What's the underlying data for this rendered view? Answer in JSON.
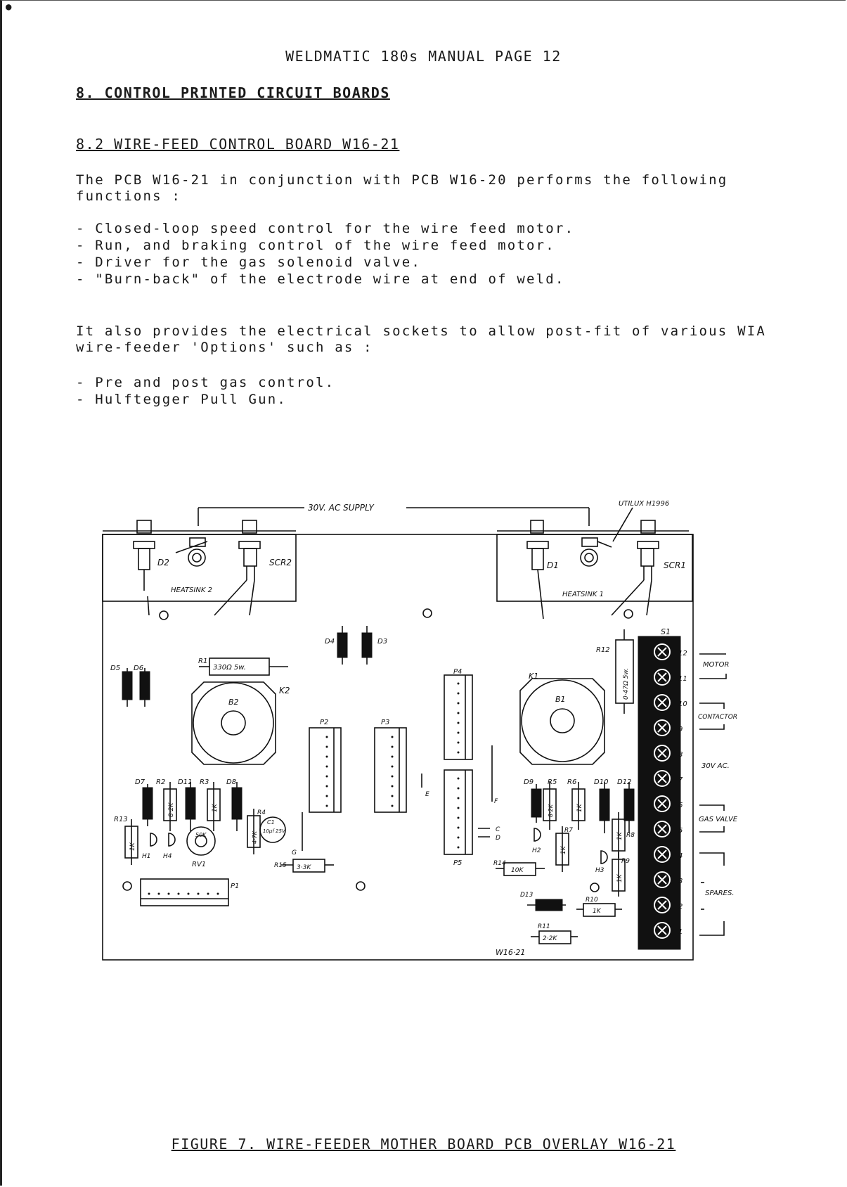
{
  "page": {
    "header": "WELDMATIC 180s  MANUAL   PAGE 12",
    "section_title": "8. CONTROL PRINTED CIRCUIT BOARDS",
    "subsection_title": "8.2 WIRE-FEED CONTROL BOARD W16-21",
    "intro": "The PCB W16-21 in conjunction with PCB W16-20 performs the following functions :",
    "functions": [
      "- Closed-loop speed control for the wire feed motor.",
      "- Run, and braking control of the wire feed motor.",
      "- Driver for the gas solenoid valve.",
      "- \"Burn-back\" of the electrode wire at end of weld."
    ],
    "options_intro": "It also provides the electrical sockets to allow post-fit of various WIA wire-feeder 'Options' such as :",
    "options": [
      "- Pre and post gas control.",
      "- Hulftegger Pull Gun."
    ],
    "figure_caption": "FIGURE 7. WIRE-FEEDER MOTHER BOARD PCB OVERLAY W16-21"
  },
  "diagram": {
    "supply_label": "30V. AC SUPPLY",
    "utilux_label": "UTILUX H1996",
    "heatsink2": "HEATSINK 2",
    "heatsink1": "HEATSINK 1",
    "d2": "D2",
    "scr2": "SCR2",
    "d1": "D1",
    "scr1": "SCR1",
    "d4": "D4",
    "d3": "D3",
    "d5": "D5",
    "d6": "D6",
    "r1": "R1",
    "r1_value": "330Ω 5w.",
    "b2": "B2",
    "k2": "K2",
    "b1": "B1",
    "k1": "K1",
    "p2": "P2",
    "p3": "P3",
    "p4": "P4",
    "p5": "P5",
    "p1": "P1",
    "r12": "R12",
    "r12_value": "0·47Ω 5w.",
    "s1": "S1",
    "terminal_numbers": [
      "12",
      "11",
      "10",
      "9",
      "8",
      "7",
      "6",
      "5",
      "4",
      "3",
      "2",
      "1"
    ],
    "motor": "MOTOR",
    "contactor": "CONTACTOR",
    "ac30": "30V AC.",
    "gas_valve": "GAS VALVE",
    "spares": "SPARES.",
    "d7": "D7",
    "r2": "R2",
    "r2_value": "8·2K",
    "d11": "D11",
    "r3": "R3",
    "r3_value": "1K",
    "d8": "D8",
    "r13": "R13",
    "r13_value": "1K",
    "h1": "H1",
    "h4": "H4",
    "rv1": "RV1",
    "rv1_value": "50K",
    "r4": "R4",
    "r4_value": "4·7K",
    "c1": "C1",
    "c1_value": "10µf 25V",
    "r15": "R15",
    "r15_value": "3·3K",
    "e": "E",
    "f": "F",
    "c": "C",
    "d": "D",
    "g": "G",
    "d9": "D9",
    "r5": "R5",
    "r5_value": "8·2K",
    "r6": "R6",
    "r6_value": "1K",
    "d10": "D10",
    "d12": "D12",
    "r7": "R7",
    "r7_value": "1K",
    "h2": "H2",
    "h3": "H3",
    "r8": "R8",
    "r8_value": "1K",
    "r9": "R9",
    "r9_value": "1K",
    "r14": "R14",
    "r14_value": "10K",
    "d13": "D13",
    "r10": "R10",
    "r10_value": "1K",
    "r11": "R11",
    "r11_value": "2·2K",
    "board_id": "W16·21"
  }
}
